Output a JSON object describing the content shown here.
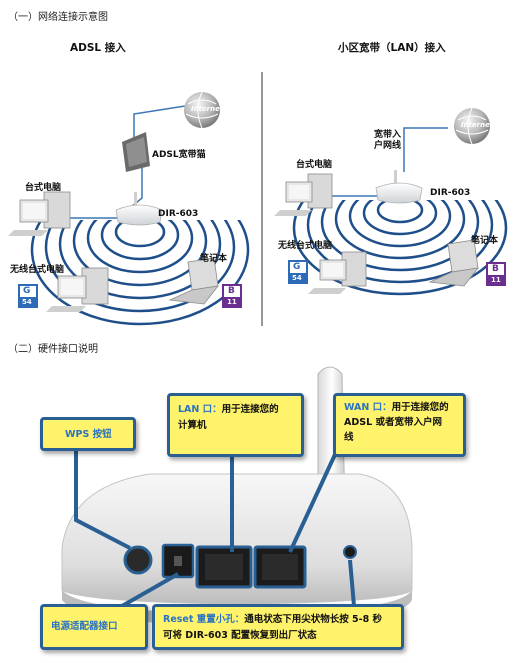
{
  "sections": {
    "network_title": "（一）网络连接示意图",
    "hardware_title": "（二）硬件接口说明"
  },
  "adsl_diagram": {
    "heading": "ADSL 接入",
    "internet": "Internet",
    "modem": "ADSL宽带猫",
    "desktop": "台式电脑",
    "router": "DIR-603",
    "wireless_desktop": "无线台式电脑",
    "laptop": "笔记本",
    "badge_g": "G",
    "badge_g_num": "54",
    "badge_b": "B",
    "badge_b_num": "11"
  },
  "lan_diagram": {
    "heading": "小区宽带（LAN）接入",
    "internet": "Internet",
    "broadband_line1": "宽带入",
    "broadband_line2": "户网线",
    "desktop": "台式电脑",
    "router": "DIR-603",
    "wireless_desktop": "无线台式电脑",
    "laptop": "笔记本",
    "badge_g": "G",
    "badge_g_num": "54",
    "badge_b": "B",
    "badge_b_num": "11"
  },
  "callouts": {
    "wps": "WPS 按钮",
    "lan_title": "LAN 口：",
    "lan_text1": "用于连接您的",
    "lan_text2": "计算机",
    "wan_title": "WAN 口：",
    "wan_text1": "用于连接您的",
    "wan_text2": "ADSL 或者宽带入户网",
    "wan_text3": "线",
    "power": "电源适配器接口",
    "reset_title": "Reset 重置小孔：",
    "reset_text1": "通电状态下用尖状物长按 5-8 秒",
    "reset_text2": "可将 DIR-603 配置恢复到出厂状态"
  },
  "colors": {
    "callout_fill": "#fff36b",
    "callout_border": "#2a5f93",
    "wave": "#1f4f8a",
    "link_line": "#3b78b5"
  }
}
